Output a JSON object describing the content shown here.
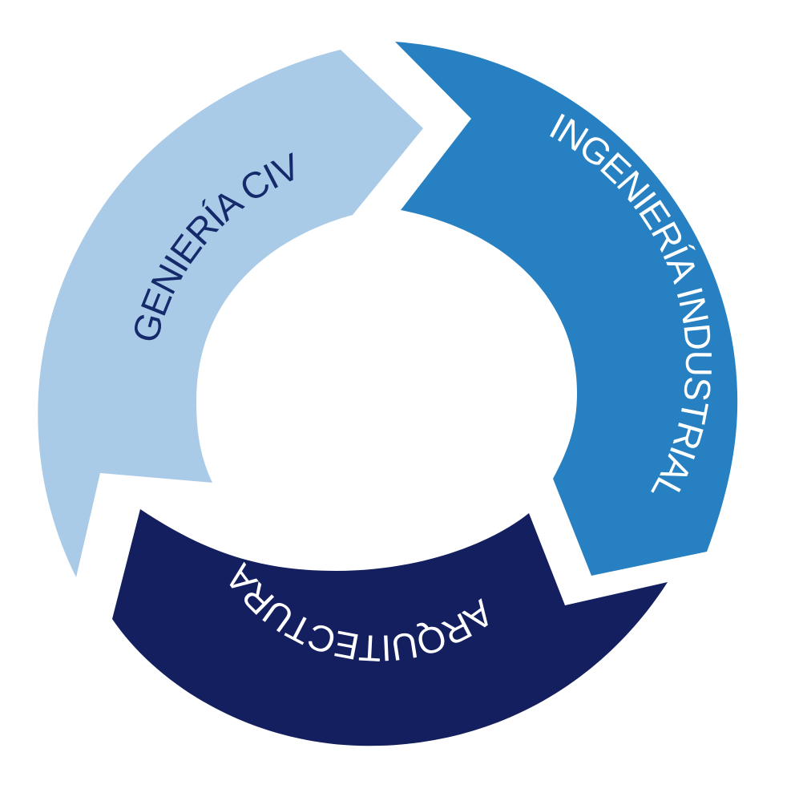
{
  "diagram": {
    "segments": [
      {
        "id": "civil",
        "label": "INGENIERÍA CIVIL",
        "fill": "#a9cbe8",
        "text_color": "#152a6b"
      },
      {
        "id": "industrial",
        "label": "INGENIERÍA INDUSTRIAL",
        "fill": "#2680c2",
        "text_color": "#ffffff"
      },
      {
        "id": "arquitectura",
        "label": "ARQUITECTURA",
        "fill": "#131f5e",
        "text_color": "#ffffff"
      }
    ],
    "background": "#ffffff"
  }
}
